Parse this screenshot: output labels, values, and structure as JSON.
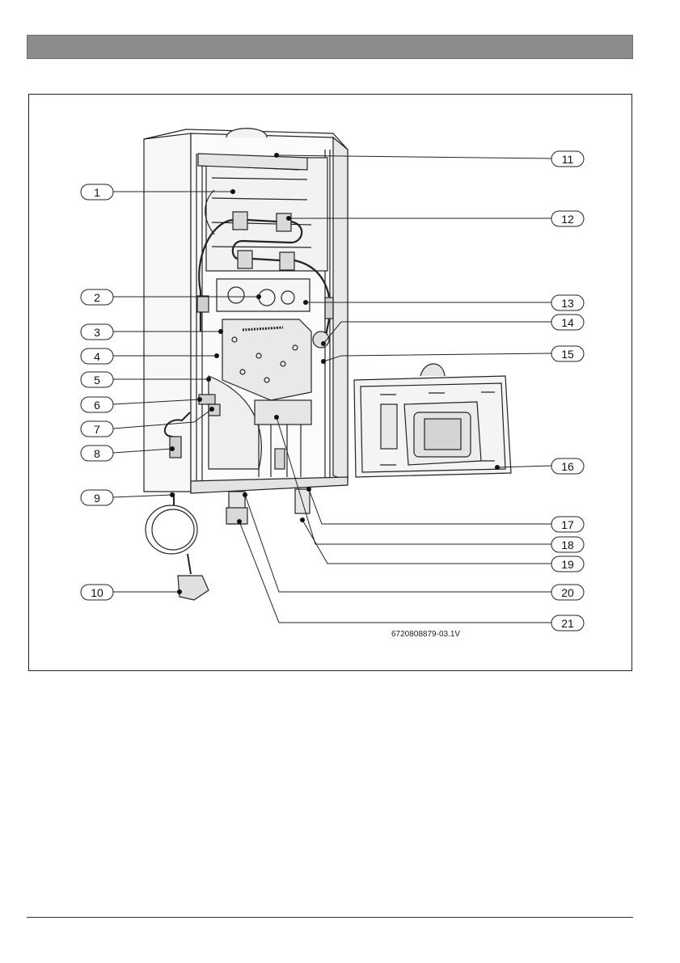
{
  "figure": {
    "code": "6720808879-03.1V"
  },
  "callouts": [
    "1",
    "2",
    "3",
    "4",
    "5",
    "6",
    "7",
    "8",
    "9",
    "10",
    "11",
    "12",
    "13",
    "14",
    "15",
    "16",
    "17",
    "18",
    "19",
    "20",
    "21"
  ],
  "colors": {
    "header_bar": "#8c8c8c",
    "line": "#222222",
    "fill_light": "#f2f2f2",
    "fill_mid": "#d9d9d9"
  }
}
